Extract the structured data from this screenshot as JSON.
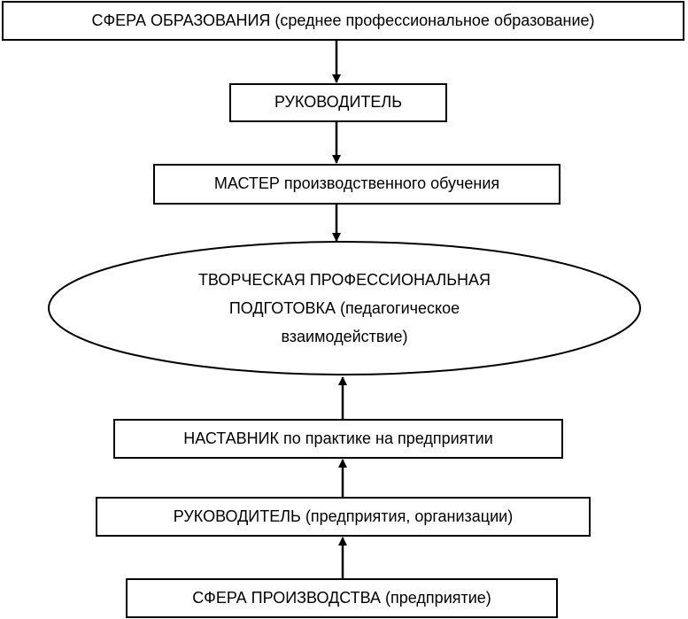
{
  "top_chain": {
    "sphere_education": "СФЕРА ОБРАЗОВАНИЯ (среднее профессиональное образование)",
    "head": "РУКОВОДИТЕЛЬ",
    "master": "МАСТЕР производственного обучения"
  },
  "center": {
    "line1": "ТВОРЧЕСКАЯ ПРОФЕССИОНАЛЬНАЯ",
    "line2": "ПОДГОТОВКА (педагогическое",
    "line3": "взаимодействие)"
  },
  "bottom_chain": {
    "mentor": "НАСТАВНИК по практике на предприятии",
    "enterprise_head": "РУКОВОДИТЕЛЬ (предприятия, организации)",
    "sphere_production": "СФЕРА ПРОИЗВОДСТВА (предприятие)"
  }
}
